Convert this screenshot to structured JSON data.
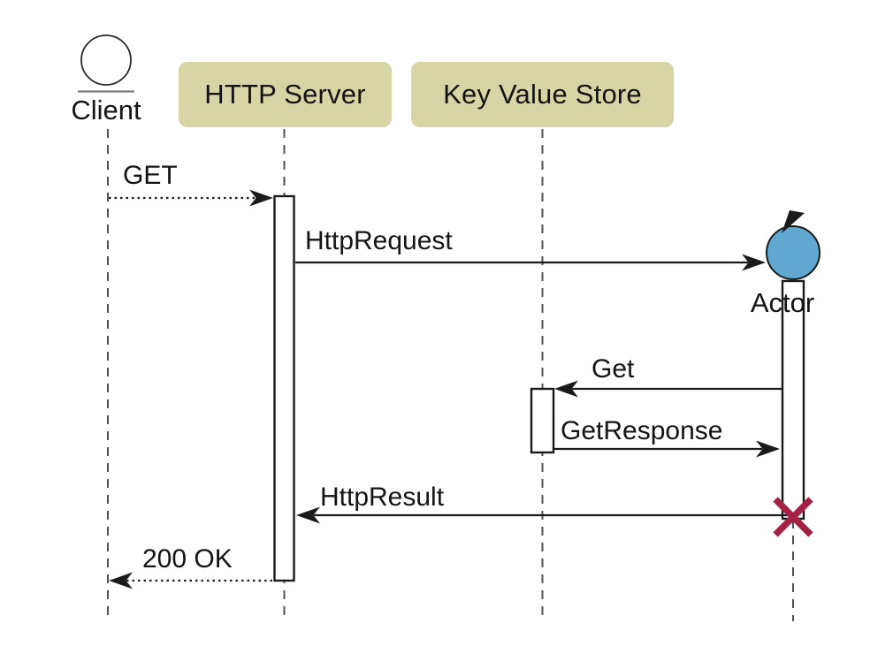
{
  "diagram": {
    "kind": "uml-sequence-diagram",
    "participants": [
      {
        "id": "client",
        "label": "Client",
        "head": "circle-underline-icon"
      },
      {
        "id": "httpserver",
        "label": "HTTP Server",
        "head": "box"
      },
      {
        "id": "kvstore",
        "label": "Key Value Store",
        "head": "box"
      },
      {
        "id": "actor",
        "label": "Actor",
        "head": "control-circle-icon"
      }
    ],
    "messages": [
      {
        "label": "GET",
        "from": "client",
        "to": "httpserver",
        "line": "dotted",
        "direction": "right"
      },
      {
        "label": "HttpRequest",
        "from": "httpserver",
        "to": "actor",
        "line": "solid",
        "direction": "right"
      },
      {
        "label": "Get",
        "from": "actor",
        "to": "kvstore",
        "line": "solid",
        "direction": "left"
      },
      {
        "label": "GetResponse",
        "from": "kvstore",
        "to": "actor",
        "line": "solid",
        "direction": "right"
      },
      {
        "label": "HttpResult",
        "from": "actor",
        "to": "httpserver",
        "line": "solid",
        "direction": "left"
      },
      {
        "label": "200 OK",
        "from": "httpserver",
        "to": "client",
        "line": "dotted",
        "direction": "left"
      }
    ],
    "notation": {
      "destruction_marker": "x-cross",
      "activation_bars": [
        "httpserver",
        "kvstore",
        "actor"
      ]
    },
    "colors": {
      "participant_box": "#d7d4a6",
      "control_circle_fill": "#60a7d2",
      "destroy_x": "#a62045",
      "message_line": "#1a1a1a",
      "lifeline": "#515151",
      "background": "#ffffff"
    }
  }
}
